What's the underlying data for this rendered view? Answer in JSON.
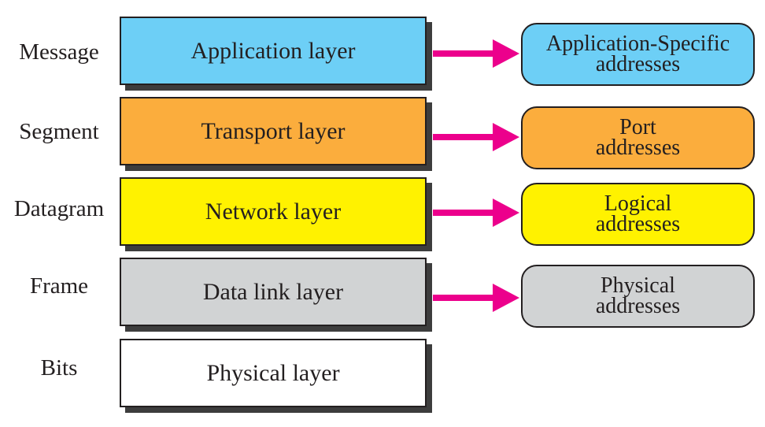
{
  "pdus": [
    "Message",
    "Segment",
    "Datagram",
    "Frame",
    "Bits"
  ],
  "layers": [
    {
      "label": "Application layer",
      "color": "#6dcff6"
    },
    {
      "label": "Transport layer",
      "color": "#fbad3d"
    },
    {
      "label": "Network layer",
      "color": "#fff200"
    },
    {
      "label": "Data link layer",
      "color": "#d1d3d4"
    },
    {
      "label": "Physical layer",
      "color": "#ffffff"
    }
  ],
  "addresses": [
    {
      "line1": "Application-Specific",
      "line2": "addresses",
      "color": "#6dcff6"
    },
    {
      "line1": "Port",
      "line2": "addresses",
      "color": "#fbad3d"
    },
    {
      "line1": "Logical",
      "line2": "addresses",
      "color": "#fff200"
    },
    {
      "line1": "Physical",
      "line2": "addresses",
      "color": "#d1d3d4"
    }
  ],
  "arrow_color": "#ec008c",
  "shadow_color": "#3d3d3d",
  "arrow_icon": "right-arrow-icon"
}
